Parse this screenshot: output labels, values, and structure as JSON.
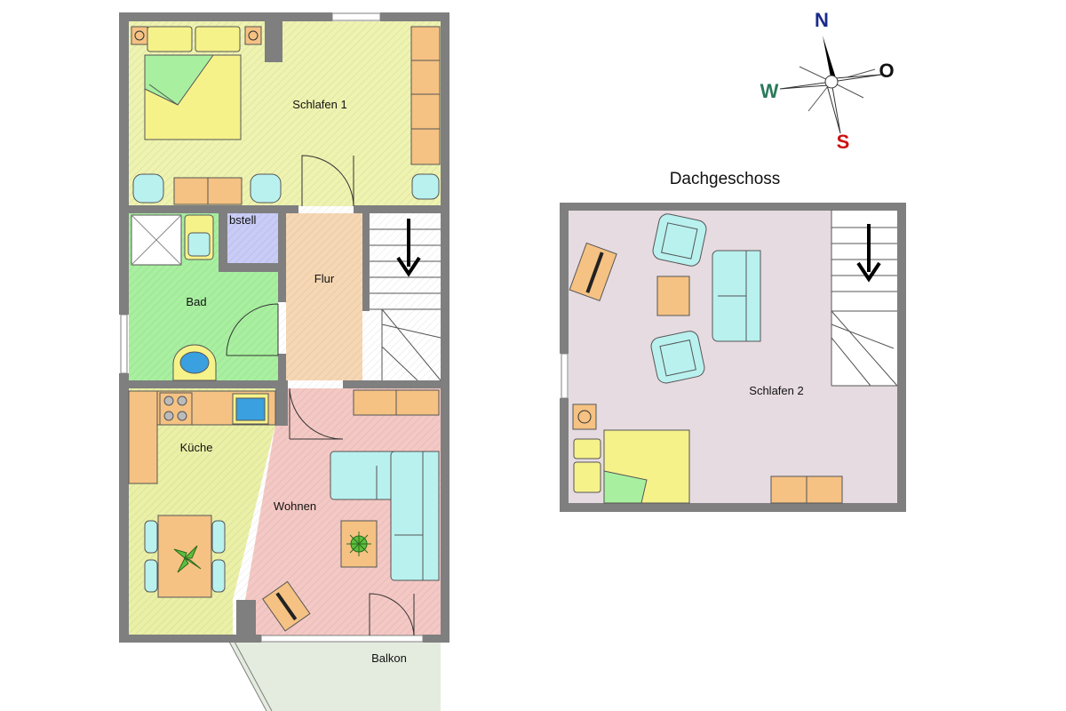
{
  "plans": {
    "attic_title": "Dachgeschoss"
  },
  "rooms": {
    "schlafen1": "Schlafen 1",
    "abstell": "bstell",
    "flur": "Flur",
    "bad": "Bad",
    "kueche": "Küche",
    "wohnen": "Wohnen",
    "balkon": "Balkon",
    "schlafen2": "Schlafen 2"
  },
  "compass": {
    "north": "N",
    "east": "O",
    "south": "S",
    "west": "W",
    "north_color": "#1a2a8a",
    "east_color": "#111111",
    "south_color": "#cc1111",
    "west_color": "#2a7a5a"
  },
  "colors": {
    "wall": "#7f7f7f",
    "bedroom": "#eef3b0",
    "bath": "#a8f0a0",
    "hall": "#f6d7b4",
    "storage": "#c8ccf6",
    "living": "#f4c8c4",
    "kitchen": "#eaf0a6",
    "attic": "#e6dbe0",
    "balcony": "#e4ecdf",
    "furniture_orange": "#f5c283",
    "furniture_cyan": "#b9f1ef",
    "bed_yellow": "#f6f28a"
  }
}
